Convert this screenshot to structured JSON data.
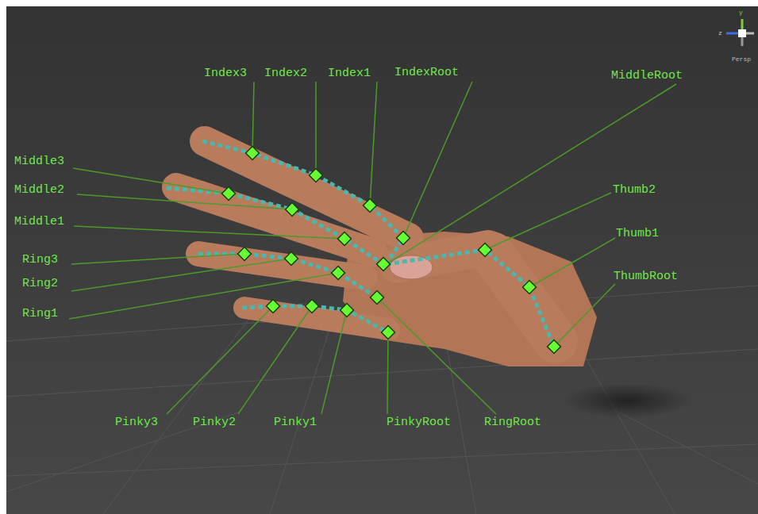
{
  "diagram": {
    "labels": [
      "y",
      "z",
      "Persp",
      "Index3",
      "Index2",
      "Index1",
      "IndexRoot",
      "MiddleRoot",
      "Middle3",
      "Middle2",
      "Thumb2",
      "Middle1",
      "Thumb1",
      "Ring3",
      "ThumbRoot",
      "Ring2",
      "Ring1",
      "Pinky3",
      "Pinky2",
      "Pinky1",
      "PinkyRoot",
      "RingRoot"
    ]
  }
}
